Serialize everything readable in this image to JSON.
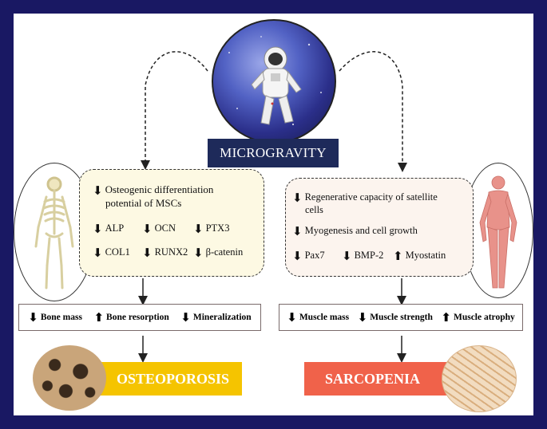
{
  "center": {
    "label": "MICROGRAVITY"
  },
  "bone": {
    "panel_lines": {
      "line1": "Osteogenic differentiation",
      "line2": "potential of MSCs"
    },
    "markers_row1": [
      {
        "dir": "down",
        "label": "ALP"
      },
      {
        "dir": "down",
        "label": "OCN"
      },
      {
        "dir": "down",
        "label": "PTX3"
      }
    ],
    "markers_row2": [
      {
        "dir": "down",
        "label": "COL1"
      },
      {
        "dir": "down",
        "label": "RUNX2"
      },
      {
        "dir": "down",
        "label": "β-catenin"
      }
    ],
    "effects": [
      {
        "dir": "down",
        "label": "Bone mass"
      },
      {
        "dir": "up",
        "label": "Bone resorption"
      },
      {
        "dir": "down",
        "label": "Mineralization"
      }
    ],
    "outcome": "OSTEOPOROSIS",
    "outcome_color": "#F5C400"
  },
  "muscle": {
    "panel_lines": {
      "line1": "Regenerative capacity of satellite",
      "line2": "cells",
      "line3": "Myogenesis and cell growth"
    },
    "markers": [
      {
        "dir": "down",
        "label": "Pax7"
      },
      {
        "dir": "down",
        "label": "BMP-2"
      },
      {
        "dir": "up",
        "label": "Myostatin"
      }
    ],
    "effects": [
      {
        "dir": "down",
        "label": "Muscle mass"
      },
      {
        "dir": "down",
        "label": "Muscle strength"
      },
      {
        "dir": "up",
        "label": "Muscle atrophy"
      }
    ],
    "outcome": "SARCOPENIA",
    "outcome_color": "#F0624A"
  },
  "colors": {
    "frame": "#191863",
    "center_box": "#1E2A5A",
    "bone_panel": "#FDF9E3",
    "muscle_panel": "#FCF4EE"
  },
  "icons": {
    "down": "down-arrow-icon",
    "up": "up-arrow-icon"
  }
}
